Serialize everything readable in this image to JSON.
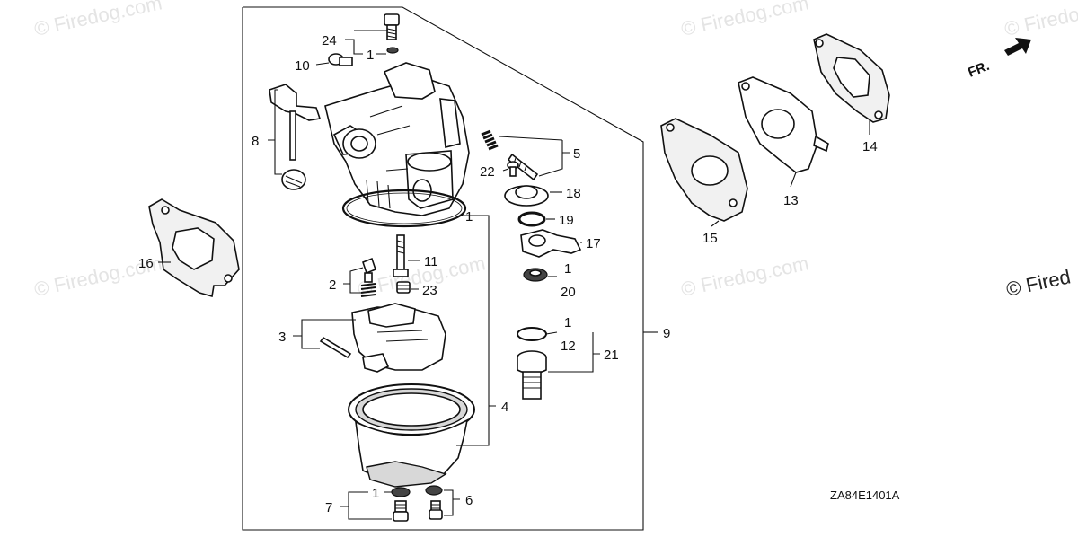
{
  "diagram": {
    "drawing_code": "ZA84E1401A",
    "front_marker": "FR.",
    "watermark": "© Firedog.com",
    "watermark_partial": "© Fired",
    "callouts": [
      {
        "id": "c24",
        "text": "24"
      },
      {
        "id": "c1a",
        "text": "1"
      },
      {
        "id": "c10",
        "text": "10"
      },
      {
        "id": "c8",
        "text": "8"
      },
      {
        "id": "c5",
        "text": "5"
      },
      {
        "id": "c22",
        "text": "22"
      },
      {
        "id": "c18",
        "text": "18"
      },
      {
        "id": "c1b",
        "text": "1"
      },
      {
        "id": "c19",
        "text": "19"
      },
      {
        "id": "c17",
        "text": "17"
      },
      {
        "id": "c11",
        "text": "11"
      },
      {
        "id": "c2",
        "text": "2"
      },
      {
        "id": "c23",
        "text": "23"
      },
      {
        "id": "c1c",
        "text": "1"
      },
      {
        "id": "c20",
        "text": "20"
      },
      {
        "id": "c16",
        "text": "16"
      },
      {
        "id": "c3",
        "text": "3"
      },
      {
        "id": "c9",
        "text": "9"
      },
      {
        "id": "c1d",
        "text": "1"
      },
      {
        "id": "c12",
        "text": "12"
      },
      {
        "id": "c21",
        "text": "21"
      },
      {
        "id": "c4",
        "text": "4"
      },
      {
        "id": "c1e",
        "text": "1"
      },
      {
        "id": "c7",
        "text": "7"
      },
      {
        "id": "c6",
        "text": "6"
      },
      {
        "id": "c14",
        "text": "14"
      },
      {
        "id": "c13",
        "text": "13"
      },
      {
        "id": "c15",
        "text": "15"
      }
    ]
  }
}
